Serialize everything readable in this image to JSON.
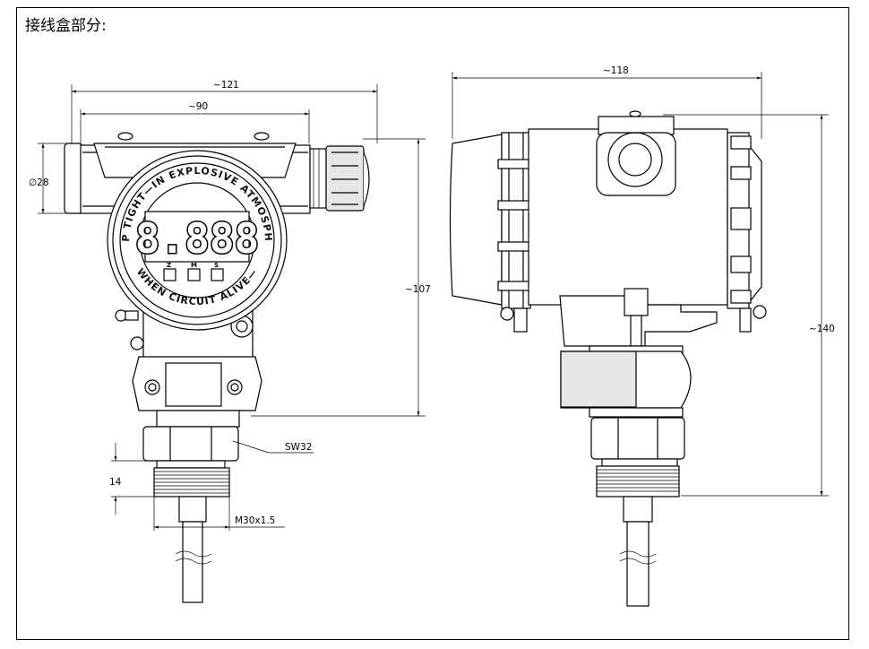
{
  "title": "接线盒部分:",
  "front_view": {
    "dims": {
      "width_overall": "~121",
      "width_inner": "~90",
      "diameter": "∅28",
      "height": "~107",
      "wrench": "SW32",
      "thread_length": "14",
      "thread": "M30x1.5"
    },
    "display_digits": "8.888",
    "ring_text_top": "KEEP TIGHT—IN EXPLOSIVE ATMOSPHERE",
    "ring_text_bottom": "WHEN CIRCUIT ALIVE—",
    "keys": [
      {
        "label": "Z"
      },
      {
        "label": "M"
      },
      {
        "label": "S"
      }
    ]
  },
  "side_view": {
    "dims": {
      "width": "~118",
      "height": "~140"
    }
  }
}
